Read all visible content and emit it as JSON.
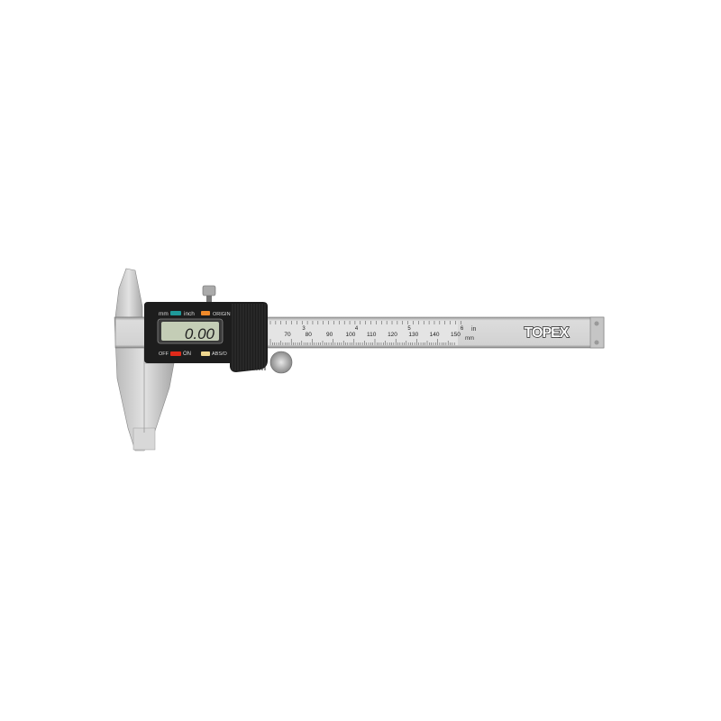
{
  "product": {
    "brand": "TOPEX",
    "display_reading": "0.00",
    "display_indicators": [
      "mm",
      "inch",
      "ORIGIN"
    ],
    "buttons": {
      "off_label": "OFF",
      "on_label": "ON",
      "abs_label": "ABS/O"
    },
    "scale": {
      "mm_numbers": [
        "70",
        "80",
        "90",
        "100",
        "110",
        "120",
        "130",
        "140",
        "150"
      ],
      "inch_numbers": [
        "3",
        "4",
        "5",
        "6"
      ],
      "inch_unit": "in",
      "mm_unit": "mm"
    },
    "colors": {
      "mode_button": "#1f9a9a",
      "origin_button": "#f08a2a",
      "on_button": "#e02a1a",
      "abs_button": "#f0d890",
      "lcd": "#c4cdb6"
    }
  }
}
